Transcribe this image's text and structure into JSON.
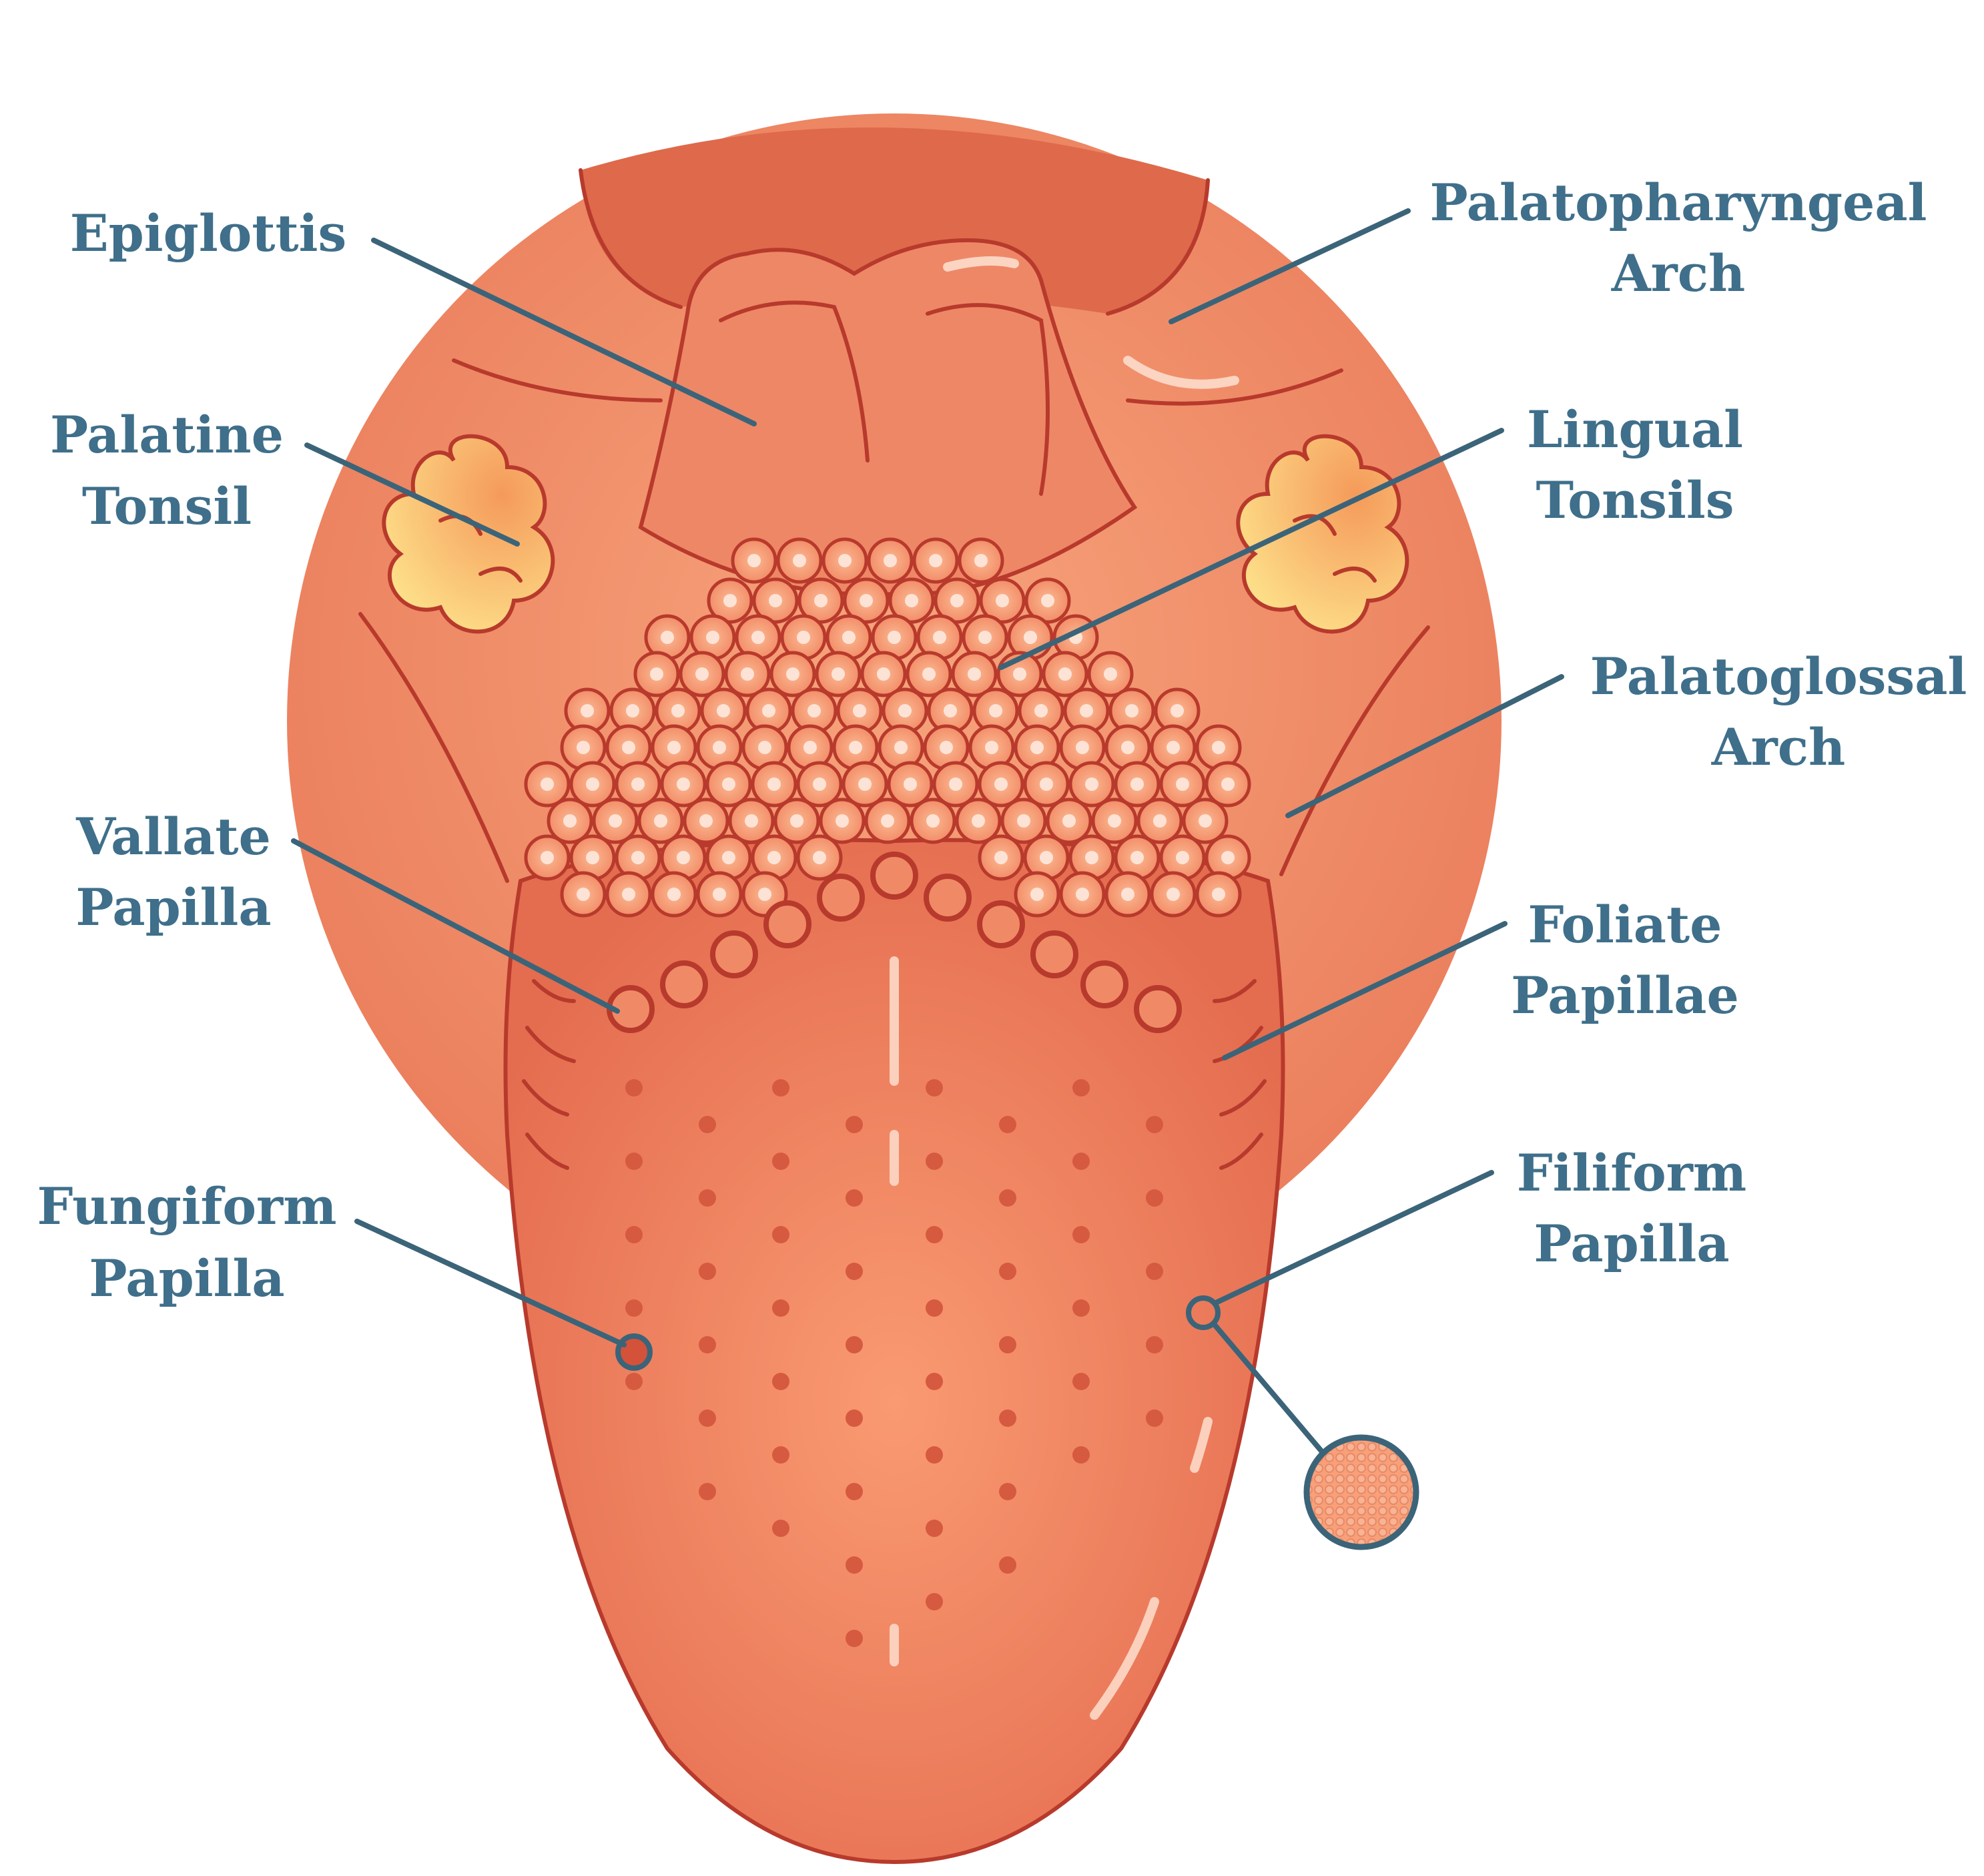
{
  "colors": {
    "label": "#3f6f8a",
    "leader": "#3b6479",
    "tissue": "#e8795a",
    "tissue_light": "#f7a07a",
    "outline": "#b83a2c",
    "tonsil": "#fbc07b",
    "background": "#ffffff"
  },
  "labels": {
    "epiglottis": "Epiglottis",
    "palatine_tonsil": [
      "Palatine",
      "Tonsil"
    ],
    "vallate_papilla": [
      "Vallate",
      "Papilla"
    ],
    "fungiform_papilla": [
      "Fungiform",
      "Papilla"
    ],
    "palatopharyngeal_arch": [
      "Palatopharyngeal",
      "Arch"
    ],
    "lingual_tonsils": [
      "Lingual",
      "Tonsils"
    ],
    "palatoglossal_arch": [
      "Palatoglossal",
      "Arch"
    ],
    "foliate_papillae": [
      "Foliate",
      "Papillae"
    ],
    "filiform_papilla": [
      "Filiform",
      "Papilla"
    ]
  }
}
